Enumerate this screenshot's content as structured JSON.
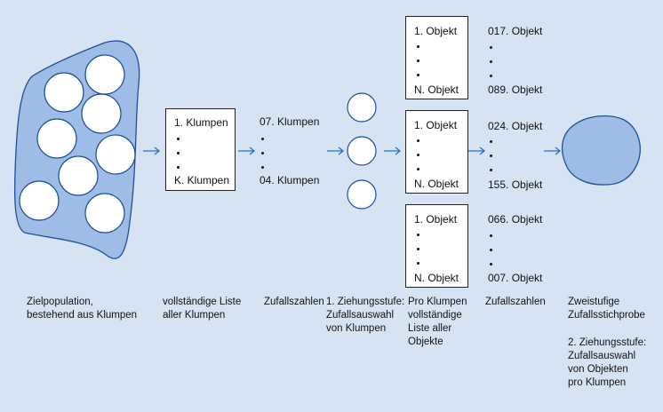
{
  "colors": {
    "background": "#d5e3f3",
    "accent": "#2b72c2",
    "blob_fill": "#9ebde6",
    "blob_stroke": "#1f4f9a"
  },
  "list_box": {
    "first": "1. Klumpen",
    "last": "K. Klumpen"
  },
  "random_numbers_1": {
    "first": "07. Klumpen",
    "last": "04. Klumpen"
  },
  "object_boxes": [
    {
      "first": "1. Objekt",
      "last": "N. Objekt"
    },
    {
      "first": "1. Objekt",
      "last": "N. Objekt"
    },
    {
      "first": "1. Objekt",
      "last": "N. Objekt"
    }
  ],
  "random_numbers_2": [
    {
      "first": "017. Objekt",
      "last": "089. Objekt"
    },
    {
      "first": "024. Objekt",
      "last": "155. Objekt"
    },
    {
      "first": "066. Objekt",
      "last": "007. Objekt"
    }
  ],
  "captions": {
    "population": [
      "Zielpopulation,",
      "bestehend aus Klumpen"
    ],
    "complete_list": [
      "vollständige Liste",
      "aller Klumpen"
    ],
    "random_numbers_1": [
      "Zufallszahlen"
    ],
    "stage1": [
      "1. Ziehungsstufe:",
      "Zufallsauswahl",
      "von Klumpen"
    ],
    "per_cluster": [
      "Pro Klumpen",
      "vollständige",
      "Liste aller",
      "Objekte"
    ],
    "random_numbers_2": [
      "Zufallszahlen"
    ],
    "result": [
      "Zweistufige",
      "Zufallsstichprobe"
    ],
    "stage2": [
      "2. Ziehungsstufe:",
      "Zufallsauswahl",
      "von Objekten",
      "pro Klumpen"
    ]
  }
}
